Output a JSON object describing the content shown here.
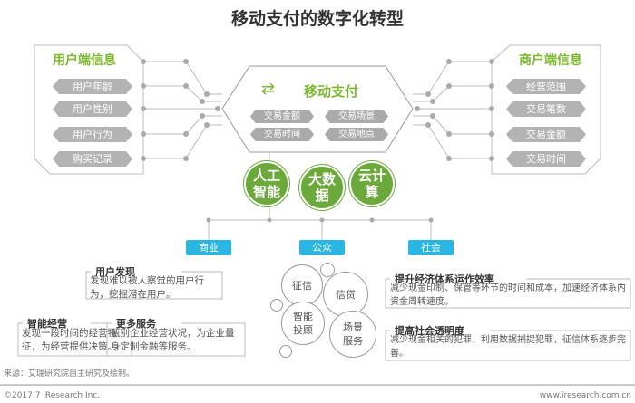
{
  "title": "移动支付的数字化转型",
  "left_panel": {
    "title": "用户端信息",
    "items": [
      "用户年龄",
      "用户性别",
      "用户行为",
      "购买记录"
    ]
  },
  "right_panel": {
    "title": "商户端信息",
    "items": [
      "经营范围",
      "交易笔数",
      "交易金额",
      "交易时间"
    ]
  },
  "center": {
    "title": "移动支付",
    "icon": "people-exchange-icon",
    "items": [
      "交易金额",
      "交易场景",
      "交易时间",
      "交易地点"
    ]
  },
  "tech": [
    "人工智能",
    "大数据",
    "云计算"
  ],
  "tags": [
    "商业",
    "公众",
    "社会"
  ],
  "business": [
    {
      "title": "用户发现",
      "text": "发现难以被人察觉的用户行为，挖掘潜在用户。"
    },
    {
      "title": "智能经营",
      "text": "发现一段时间的经营特征，为经营提供决策。"
    },
    {
      "title": "更多服务",
      "text": "甄别企业经营状况，为企业量身定制金融等服务。"
    }
  ],
  "public": [
    "征信",
    "信贷",
    "智能投顾",
    "场景服务"
  ],
  "society": [
    {
      "title": "提升经济体系运作效率",
      "text": "减少现金印制、保管等环节的时间和成本，加速经济体系内资金周转速度。"
    },
    {
      "title": "提高社会透明度",
      "text": "减少现金相关的犯罪，利用数据捕捉犯罪，征信体系逐步完善。"
    }
  ],
  "source": "来源：艾瑞研究院自主研究及绘制。",
  "copyright": "©2017.7 iResearch Inc.",
  "website": "www.iresearch.com.cn"
}
